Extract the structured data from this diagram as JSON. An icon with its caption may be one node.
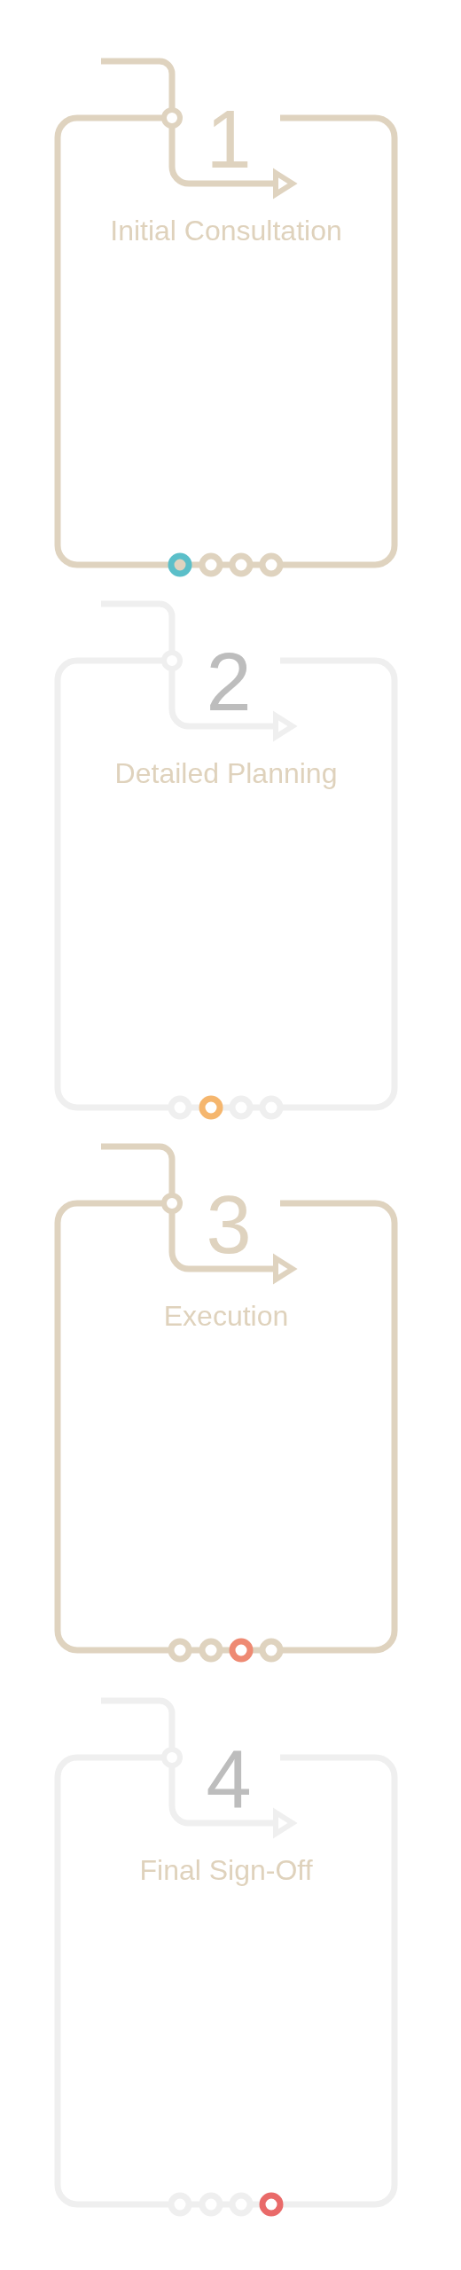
{
  "diagram": {
    "nodes": [
      {
        "text": [
          "1",
          "Initial Consultation"
        ]
      },
      {
        "text": [
          "2",
          "Detailed Planning"
        ]
      },
      {
        "text": [
          "3",
          "Execution"
        ]
      },
      {
        "text": [
          "4",
          "Final Sign-Off"
        ]
      }
    ]
  }
}
